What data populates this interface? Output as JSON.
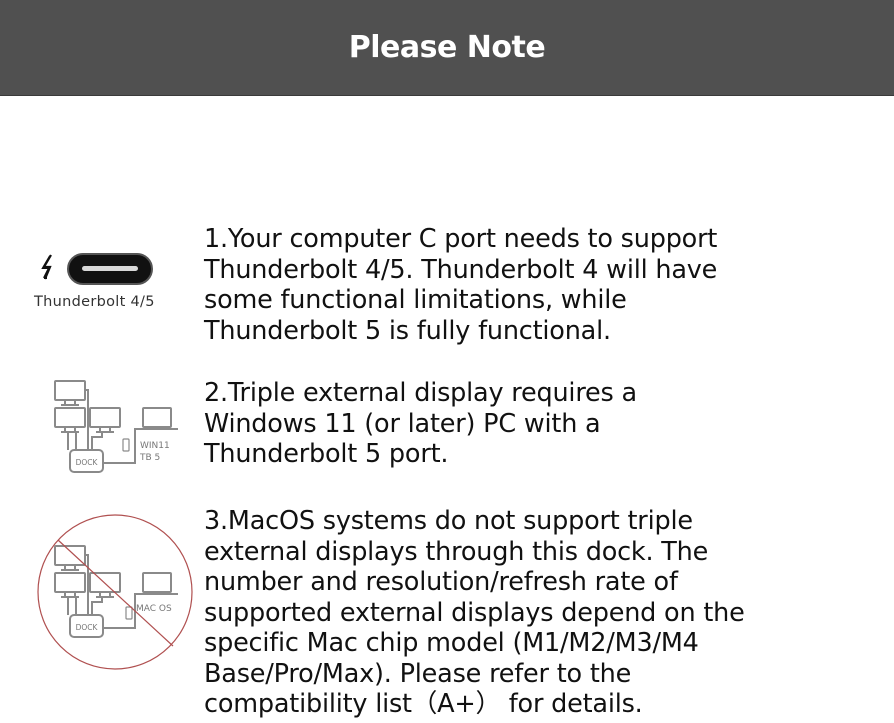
{
  "header": {
    "title": "Please Note",
    "background": "#505050"
  },
  "notes": [
    {
      "icon": "thunderbolt-usb-c-port-icon",
      "icon_label": "Thunderbolt 4/5",
      "lines": [
        "1.Your computer C port needs to support",
        "Thunderbolt 4/5. Thunderbolt 4 will have",
        "some functional limitations, while",
        "Thunderbolt 5 is fully functional."
      ]
    },
    {
      "icon": "triple-display-dock-windows-diagram-icon",
      "icon_labels": {
        "dock": "DOCK",
        "os": "WIN11",
        "port": "TB 5"
      },
      "lines": [
        "2.Triple external display requires a",
        "Windows 11 (or later) PC with a",
        "Thunderbolt 5 port."
      ]
    },
    {
      "icon": "triple-display-dock-macos-prohibited-icon",
      "icon_labels": {
        "dock": "DOCK",
        "os": "MAC OS"
      },
      "prohibited_color": "#b03a3a",
      "lines": [
        "3.MacOS systems do not support triple",
        "external displays through this dock. The",
        "number and resolution/refresh rate of",
        "supported external displays depend on the",
        "specific Mac chip model (M1/M2/M3/M4",
        "Base/Pro/Max). Please refer to the",
        "compatibility list（A+） for details."
      ]
    }
  ]
}
